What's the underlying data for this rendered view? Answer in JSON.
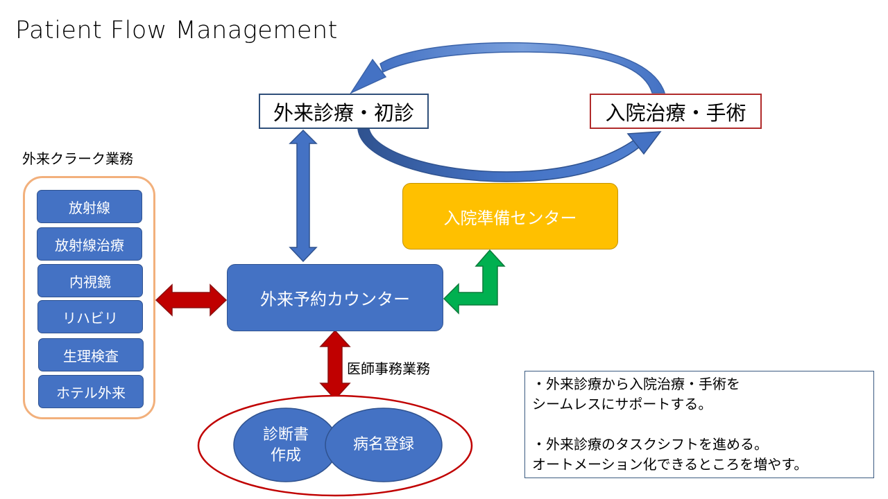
{
  "title": "Patient Flow Management",
  "top_nodes": {
    "outpatient": "外来診療・初診",
    "inpatient": "入院治療・手術"
  },
  "clerk_group": {
    "label": "外来クラーク業務",
    "items": [
      "放射線",
      "放射線治療",
      "内視鏡",
      "リハビリ",
      "生理検査",
      "ホテル外来"
    ]
  },
  "reservation_counter": "外来予約カウンター",
  "admission_center": "入院準備センター",
  "doctor_clerk_label": "医師事務業務",
  "doctor_tasks": {
    "certificate_line1": "診断書",
    "certificate_line2": "作成",
    "disease_registration": "病名登録"
  },
  "notes": [
    "・外来診療から入院治療・手術を",
    "シームレスにサポートする。",
    "",
    "・外来診療のタスクシフトを進める。",
    "オートメーション化できるところを増やす。"
  ],
  "colors": {
    "blue_fill": "#4472c4",
    "blue_border": "#2f528f",
    "orange_fill": "#ffc000",
    "peach_border": "#f2b07c",
    "red_arrow": "#c00000",
    "green_arrow": "#00b050",
    "outpatient_border": "#2f4f7a",
    "inpatient_border": "#b02a2a"
  },
  "icons": {
    "cycle": "curved-arrow-cycle",
    "vertical": "double-headed-arrow-vertical",
    "horizontal": "double-headed-arrow-horizontal",
    "elbow": "bent-double-arrow"
  }
}
